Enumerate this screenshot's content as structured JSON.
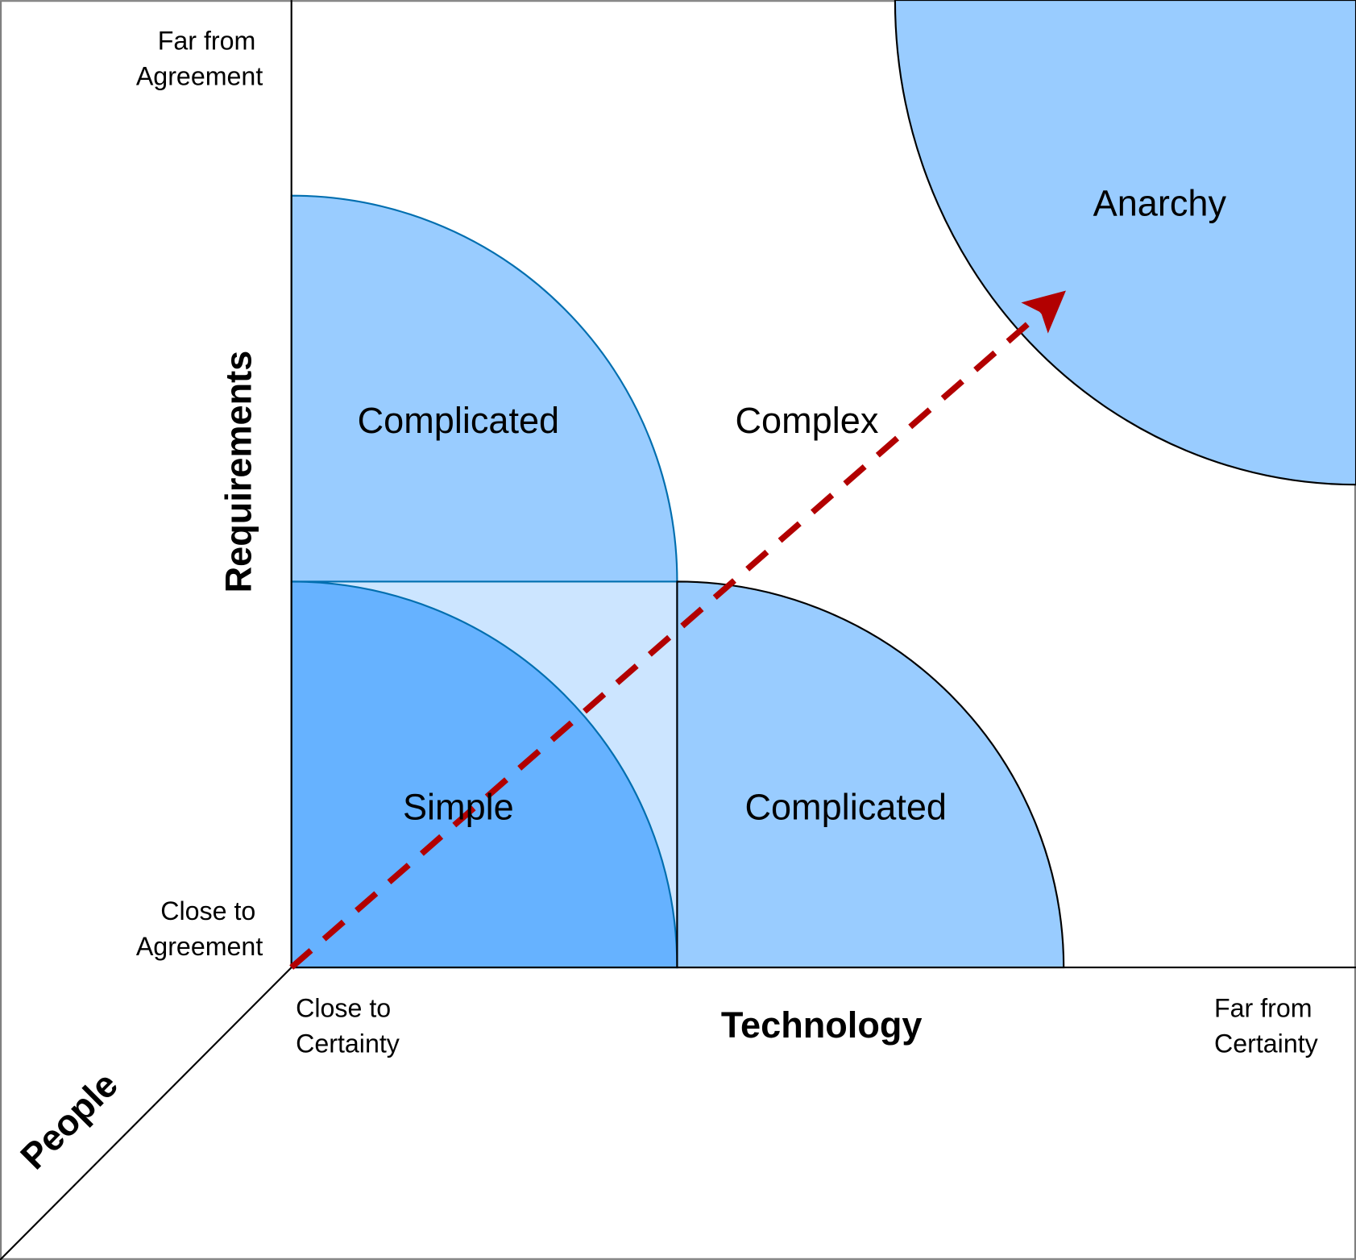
{
  "regions": {
    "simple": "Simple",
    "complicated_top": "Complicated",
    "complicated_right": "Complicated",
    "complex": "Complex",
    "anarchy": "Anarchy"
  },
  "axes": {
    "vertical_label": "Requirements",
    "horizontal_label": "Technology",
    "diagonal_label": "People"
  },
  "ticks": {
    "y_far": [
      "Far from",
      "Agreement"
    ],
    "y_close": [
      "Close to",
      "Agreement"
    ],
    "x_close": [
      "Close to",
      "Certainty"
    ],
    "x_far": [
      "Far from",
      "Certainty"
    ]
  },
  "colors": {
    "simple_fill": "#66b2ff",
    "complicated_fill": "#99ccff",
    "overlap_fill": "#cce5ff",
    "blue_stroke": "#006eaf",
    "arrow": "#b20000"
  }
}
